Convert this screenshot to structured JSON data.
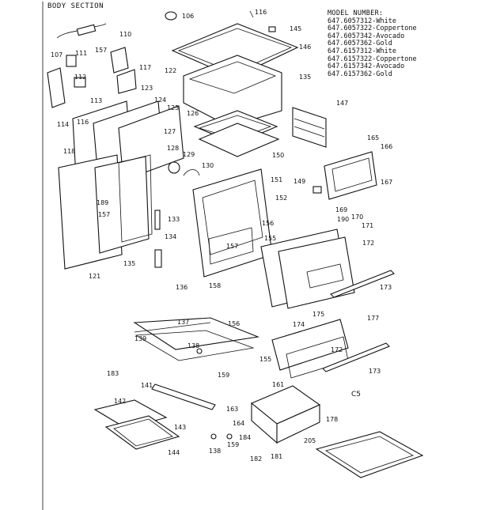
{
  "section_title": "BODY SECTION",
  "model_block": {
    "heading": "MODEL NUMBER:",
    "models": [
      "647.6057312-White",
      "647.6057322-Coppertone",
      "647.6057342-Avocado",
      "647.6057362-Gold",
      "647.6157312-White",
      "647.6157322-Coppertone",
      "647.6157342-Avocado",
      "647.6157362-Gold"
    ]
  },
  "corner_code": "C5",
  "part_labels": [
    "106",
    "110",
    "107",
    "111",
    "157",
    "117",
    "112",
    "113",
    "123",
    "114",
    "116",
    "118",
    "124",
    "125",
    "127",
    "128",
    "129",
    "130",
    "189",
    "157",
    "133",
    "134",
    "135",
    "121",
    "136",
    "116",
    "145",
    "146",
    "122",
    "135",
    "147",
    "126",
    "150",
    "165",
    "166",
    "167",
    "149",
    "151",
    "152",
    "156",
    "155",
    "157",
    "158",
    "169",
    "190",
    "170",
    "171",
    "172",
    "173",
    "137",
    "139",
    "138",
    "183",
    "159",
    "156",
    "155",
    "175",
    "174",
    "177",
    "172",
    "173",
    "161",
    "141",
    "163",
    "142",
    "143",
    "144",
    "138",
    "159",
    "164",
    "184",
    "178",
    "182",
    "181",
    "205"
  ]
}
